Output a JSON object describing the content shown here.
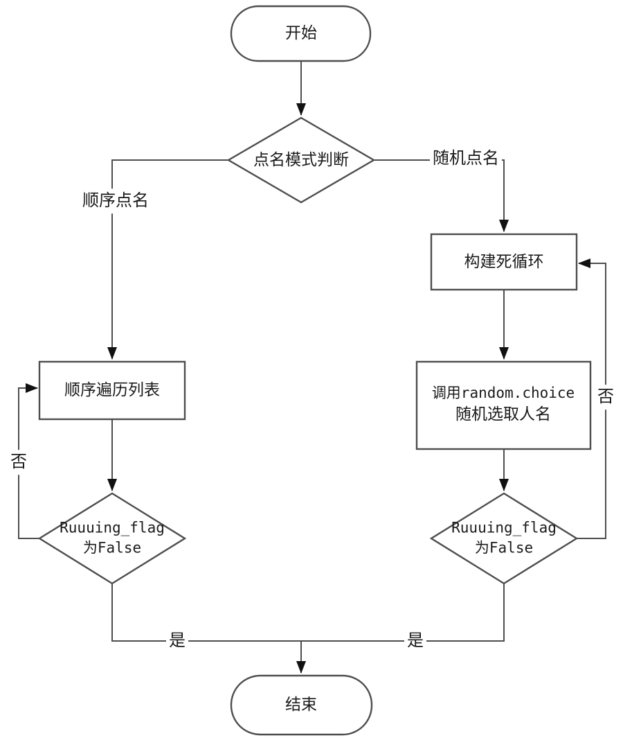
{
  "diagram": {
    "type": "flowchart",
    "background_color": "#ffffff",
    "line_color": "#4d4d4d",
    "arrow_color": "#111111",
    "text_color": "#1a1a1a",
    "nodes": {
      "start": {
        "shape": "terminator",
        "label": "开始"
      },
      "mode_decision": {
        "shape": "decision",
        "label": "点名模式判断"
      },
      "seq_traverse": {
        "shape": "process",
        "label": "顺序遍历列表"
      },
      "build_loop": {
        "shape": "process",
        "label": "构建死循环"
      },
      "random_pick": {
        "shape": "process",
        "line1": "调用random.choice",
        "line2": "随机选取人名"
      },
      "left_flag": {
        "shape": "decision",
        "line1": "Ruuuing_flag",
        "line2": "为False"
      },
      "right_flag": {
        "shape": "decision",
        "line1": "Ruuuing_flag",
        "line2": "为False"
      },
      "end": {
        "shape": "terminator",
        "label": "结束"
      }
    },
    "edge_labels": {
      "sequential_branch": "顺序点名",
      "random_branch": "随机点名",
      "left_no": "否",
      "right_no": "否",
      "left_yes": "是",
      "right_yes": "是"
    }
  }
}
